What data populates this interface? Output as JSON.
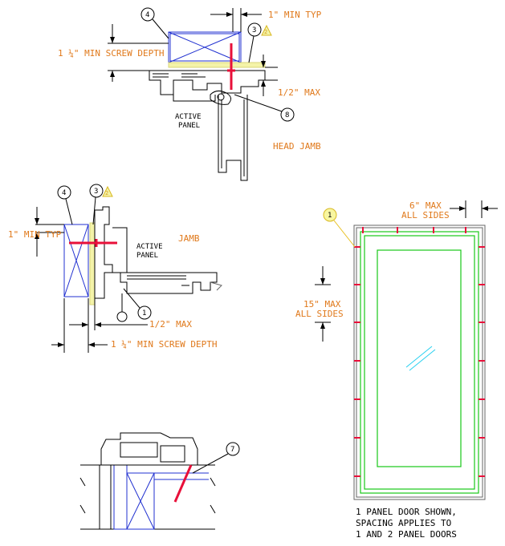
{
  "head_detail": {
    "dim_top": "1\" MIN TYP",
    "dim_screw": "1 ¼\" MIN SCREW DEPTH",
    "dim_max": "1/2\" MAX",
    "active_panel": "ACTIVE\nPANEL",
    "active_panel_line1": "ACTIVE",
    "active_panel_line2": "PANEL",
    "title": "HEAD JAMB",
    "callout_4": "4",
    "callout_3": "3",
    "callout_8": "8",
    "rev": "2"
  },
  "jamb_detail": {
    "dim_top": "1\" MIN TYP",
    "dim_max": "1/2\" MAX",
    "dim_screw": "1 ¼\" MIN SCREW DEPTH",
    "active_panel_line1": "ACTIVE",
    "active_panel_line2": "PANEL",
    "title": "JAMB",
    "callout_4": "4",
    "callout_3": "3",
    "callout_1": "1",
    "rev": "2"
  },
  "elevation": {
    "dim_top_line1": "6\" MAX",
    "dim_top_line2": "ALL SIDES",
    "dim_side_line1": "15\" MAX",
    "dim_side_line2": "ALL SIDES",
    "callout_1": "1",
    "note_line1": "1 PANEL DOOR SHOWN,",
    "note_line2": "SPACING APPLIES TO",
    "note_line3": "1 AND 2 PANEL DOORS"
  },
  "sill_detail": {
    "callout_7": "7"
  },
  "colors": {
    "dimension_text": "#e0791b",
    "fastener": "#e8103a",
    "panel": "#18c818",
    "wood_blocking": "#2030d0",
    "shim": "#f4f3a8"
  }
}
